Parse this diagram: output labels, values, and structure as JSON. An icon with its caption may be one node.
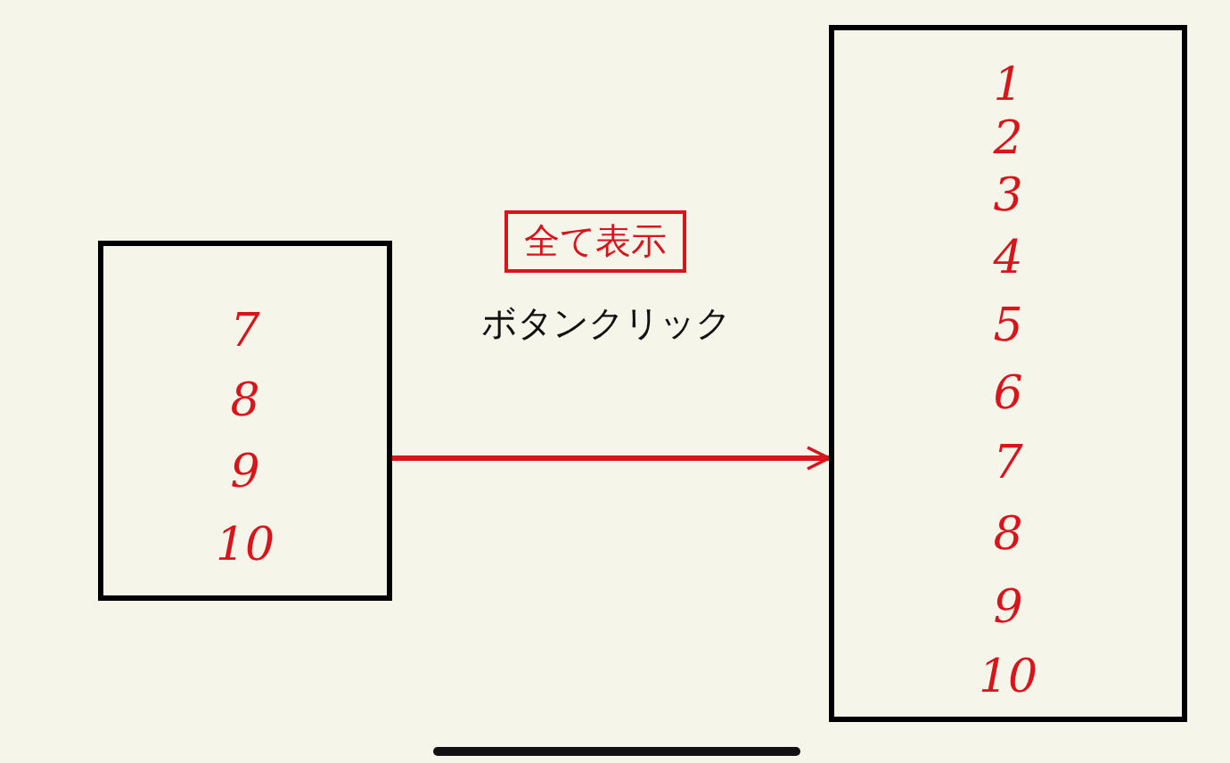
{
  "diagram": {
    "nodes": [
      {
        "text": [
          "7",
          "8",
          "9",
          "10"
        ]
      },
      {
        "text": [
          "1",
          "2",
          "3",
          "4",
          "5",
          "6",
          "7",
          "8",
          "9",
          "10"
        ]
      },
      {
        "text": [
          "全て表示"
        ]
      }
    ],
    "edges": [
      {
        "from": 0,
        "to": 1,
        "arrow": "to",
        "color": "#d9141b"
      }
    ],
    "labels": [
      "ボタンクリック"
    ]
  }
}
